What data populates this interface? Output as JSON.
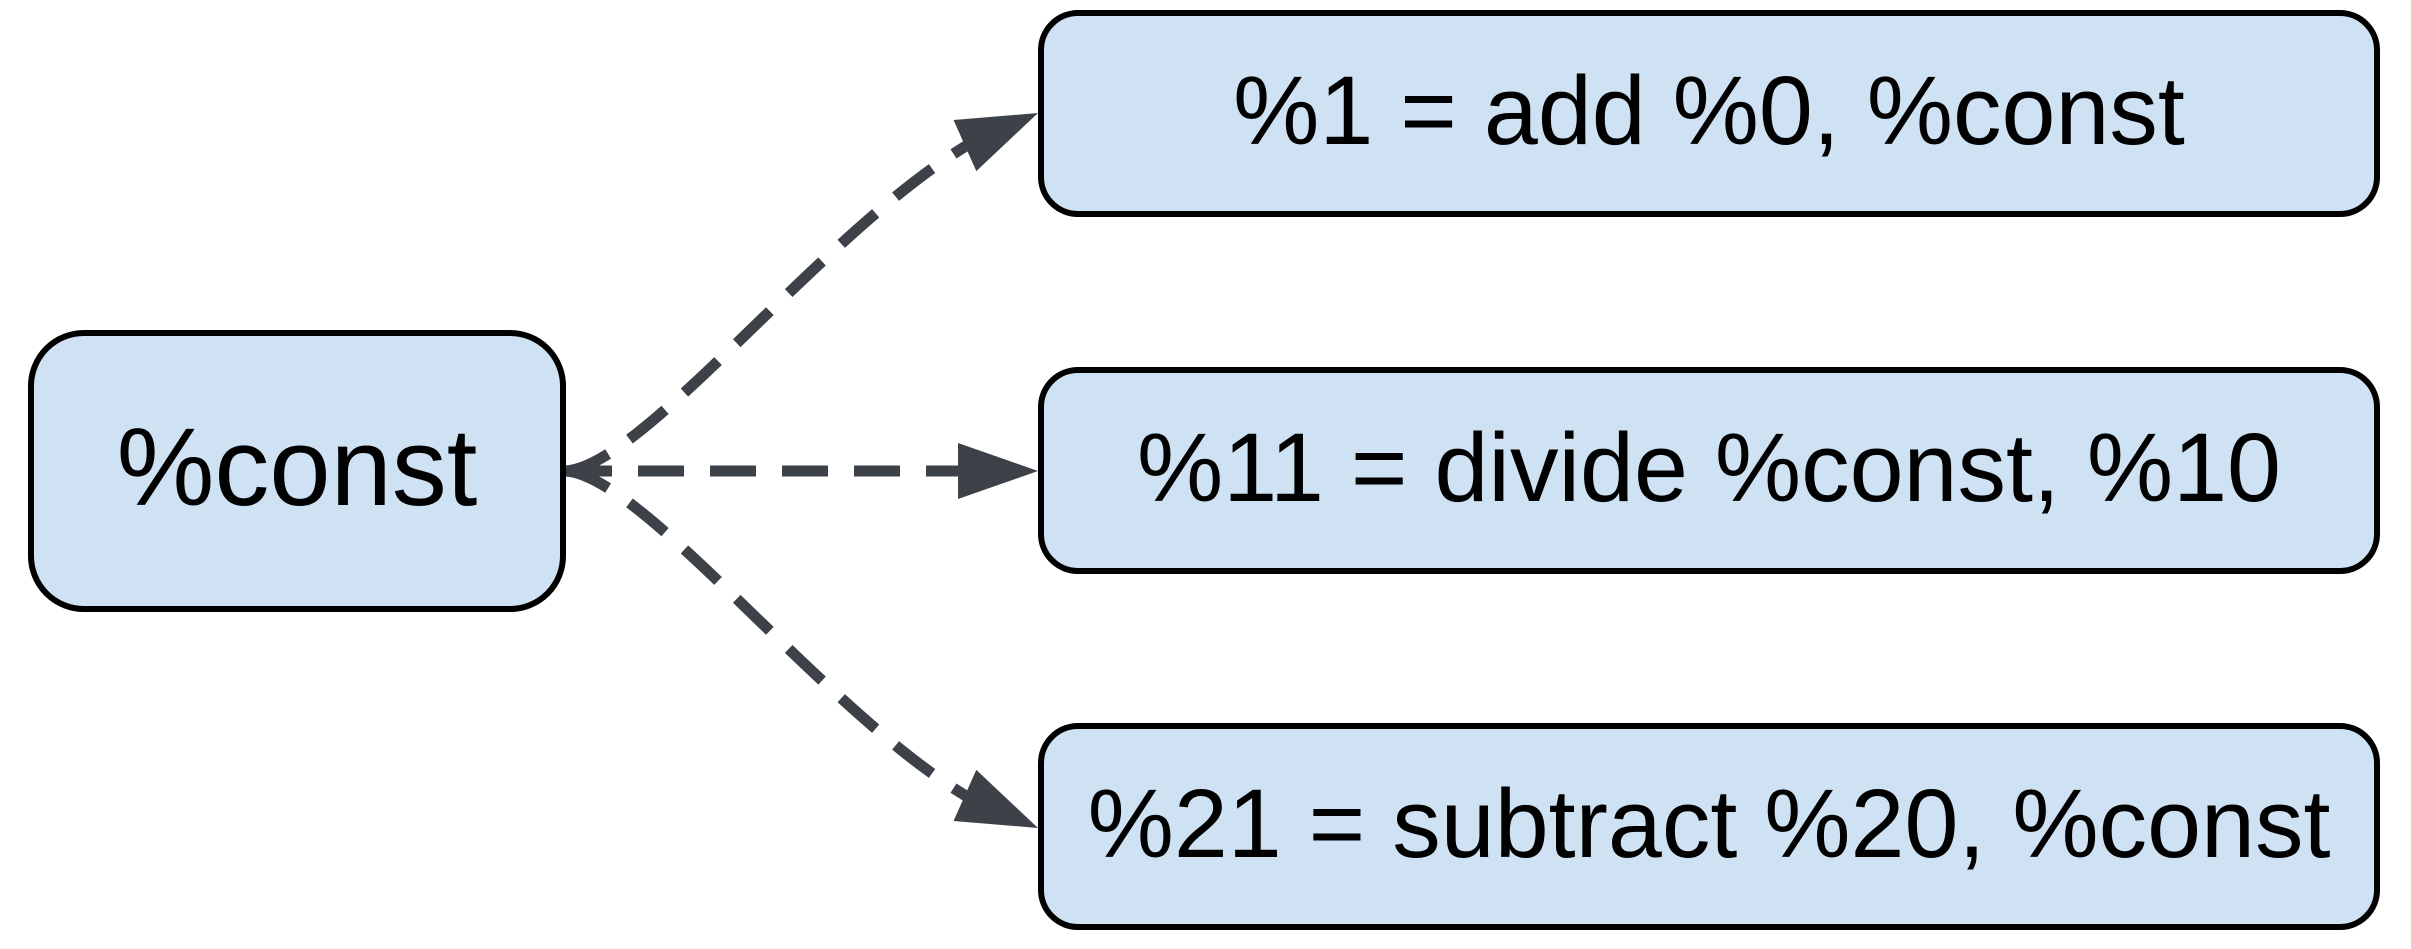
{
  "diagram": {
    "description": "Def-use diagram: a constant value node connected by dashed arrows to three instructions that use it",
    "source": {
      "id": "const",
      "label": "%const"
    },
    "targets": [
      {
        "id": "add",
        "label": "%1 = add %0, %const"
      },
      {
        "id": "divide",
        "label": "%11 = divide %const, %10"
      },
      {
        "id": "subtract",
        "label": "%21 = subtract %20, %const"
      }
    ],
    "edges": [
      {
        "from": "const",
        "to": "add",
        "style": "dashed"
      },
      {
        "from": "const",
        "to": "divide",
        "style": "dashed"
      },
      {
        "from": "const",
        "to": "subtract",
        "style": "dashed"
      }
    ],
    "colors": {
      "node_fill": "#cfe2f3",
      "node_border": "#000000",
      "arrow": "#3d4248",
      "background": "#ffffff",
      "text": "#000000"
    }
  }
}
